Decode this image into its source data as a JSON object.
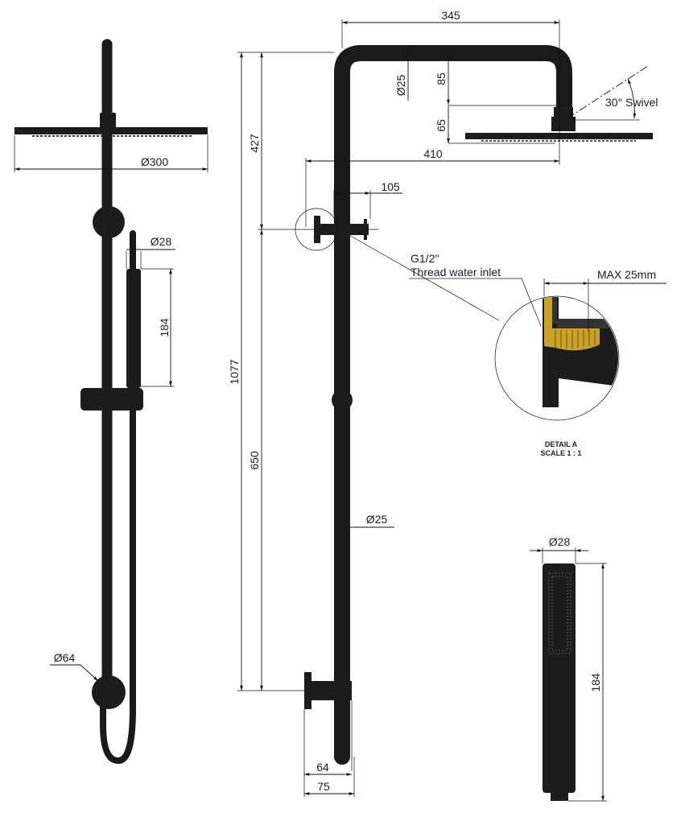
{
  "left_view": {
    "head_diameter": "Ø300",
    "handshower_diameter": "Ø28",
    "handshower_length": "184",
    "wall_plate_diameter": "Ø64"
  },
  "front_view": {
    "arm_width": "345",
    "tube_diameter_top": "Ø25",
    "arm_drop": "85",
    "head_drop": "65",
    "head_projection": "410",
    "swivel": "30° Swivel",
    "diverter_width": "105",
    "upper_height": "427",
    "total_height": "1077",
    "lower_height": "650",
    "tube_diameter": "Ø25",
    "wall_plate_width": "64",
    "elbow_width": "75",
    "inlet_thread": "G1/2''",
    "inlet_label": "Thread water inlet"
  },
  "detail": {
    "max_label": "MAX 25mm",
    "title": "DETAIL A",
    "scale": "SCALE 1 : 1",
    "thread_color": "#c9a227"
  },
  "handshower_view": {
    "diameter": "Ø28",
    "length": "184"
  }
}
